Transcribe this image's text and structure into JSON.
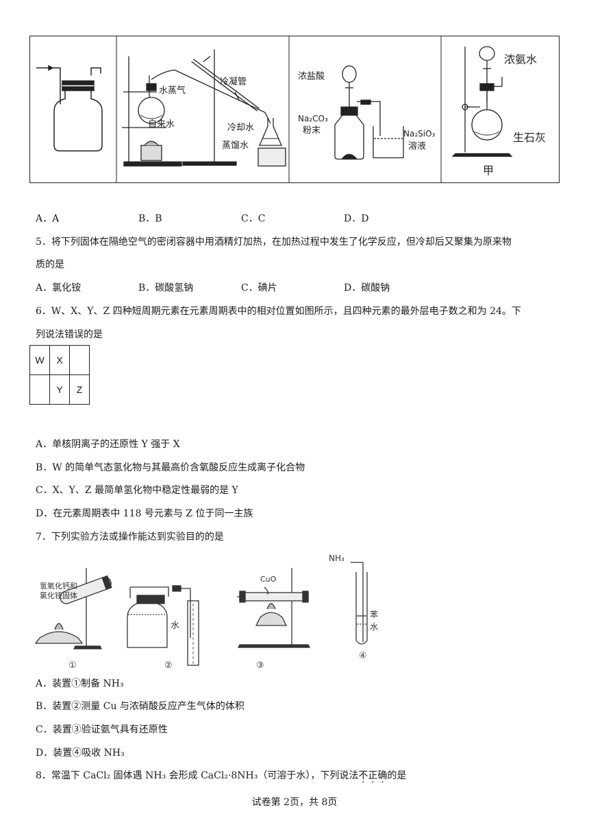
{
  "q4_figure": {
    "panel_b": {
      "steam": "水蒸气",
      "tap_water": "自来水",
      "condenser": "冷凝管",
      "cooling_water": "冷却水",
      "distilled_water": "蒸馏水"
    },
    "panel_c": {
      "conc_hcl": "浓盐酸",
      "na2co3": "Na₂CO₃",
      "powder": "粉末",
      "na2sio3": "Na₂SiO₃",
      "solution": "溶液"
    },
    "panel_d": {
      "conc_ammonia": "浓氨水",
      "quicklime": "生石灰",
      "label": "甲"
    }
  },
  "q4_options": [
    "A．A",
    "B．B",
    "C．C",
    "D．D"
  ],
  "q5": {
    "stem_line1": "5．将下列固体在隔绝空气的密闭容器中用酒精灯加热，在加热过程中发生了化学反应，但冷却后又聚集为原来物",
    "stem_line2": "质的是",
    "options": [
      "A．氯化铵",
      "B．碳酸氢钠",
      "C．碘片",
      "D．碳酸钠"
    ]
  },
  "q6": {
    "stem_line1": "6．W、X、Y、Z 四种短周期元素在元素周期表中的相对位置如图所示，且四种元素的最外层电子数之和为 24。下",
    "stem_line2": "列说法错误的是",
    "table": [
      [
        "W",
        "X",
        ""
      ],
      [
        "",
        "Y",
        "Z"
      ]
    ],
    "options": [
      "A．单核阴离子的还原性 Y 强于 X",
      "B．W 的简单气态氢化物与其最高价含氧酸反应生成离子化合物",
      "C．X、Y、Z 最简单氢化物中稳定性最弱的是 Y",
      "D．在元素周期表中 118 号元素与 Z 位于同一主族"
    ]
  },
  "q7": {
    "stem": "7．下列实验方法或操作能达到实验目的的是",
    "figure": {
      "fig1_line1": "氢氧化钙和",
      "fig1_line2": "氯化铵固体",
      "fig2_water": "水",
      "fig3_cuo": "CuO",
      "fig4_nh3": "NH₃",
      "fig4_benzene": "苯",
      "fig4_water": "水",
      "labels": [
        "①",
        "②",
        "③",
        "④"
      ]
    },
    "options": [
      "A．装置①制备 NH₃",
      "B．装置②测量 Cu 与浓硝酸反应产生气体的体积",
      "C．装置③验证氨气具有还原性",
      "D．装置④吸收 NH₃"
    ]
  },
  "q8": {
    "stem_a": "8．常温下 CaCl₂ 固体遇 NH₃ 会形成 CaCl₂·8NH₃（可溶于水），下列说法",
    "emph1": "不",
    "emph2": "正",
    "emph3": "确",
    "stem_b": "的是"
  },
  "footer": "试卷第 2页，共 8页"
}
